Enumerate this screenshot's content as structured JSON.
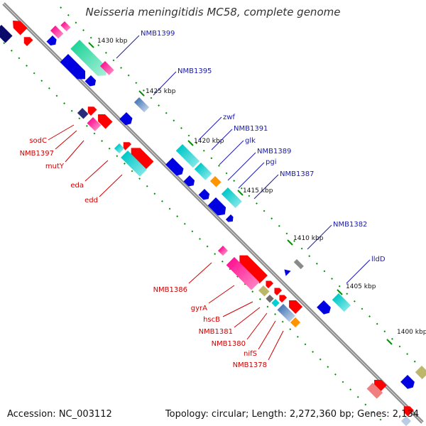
{
  "title": "Neisseria meningitidis MC58, complete genome",
  "footer": {
    "accession": "Accession: NC_003112",
    "topology": "Topology: circular; Length: 2,272,360 bp; Genes: 2,134"
  },
  "ticks": [
    "1430 kbp",
    "1425 kbp",
    "1420 kbp",
    "1415 kbp",
    "1410 kbp",
    "1405 kbp",
    "1400 kbp"
  ],
  "forward_genes": [
    "NMB1399",
    "NMB1395",
    "zwf",
    "NMB1391",
    "glk",
    "NMB1389",
    "pgi",
    "NMB1387",
    "NMB1382",
    "lldD"
  ],
  "reverse_genes": [
    "sodC",
    "NMB1397",
    "mutY",
    "eda",
    "edd",
    "NMB1386",
    "gyrA",
    "hscB",
    "NMB1381",
    "NMB1380",
    "nifS",
    "NMB1378"
  ],
  "colors": {
    "backbone": "#8c8c8c",
    "forward_strand": "#0000e0",
    "reverse_strand": "#ff0000",
    "label_forward": "#1a1aa6",
    "label_reverse": "#d00000",
    "dots": "#0a8a0a"
  }
}
